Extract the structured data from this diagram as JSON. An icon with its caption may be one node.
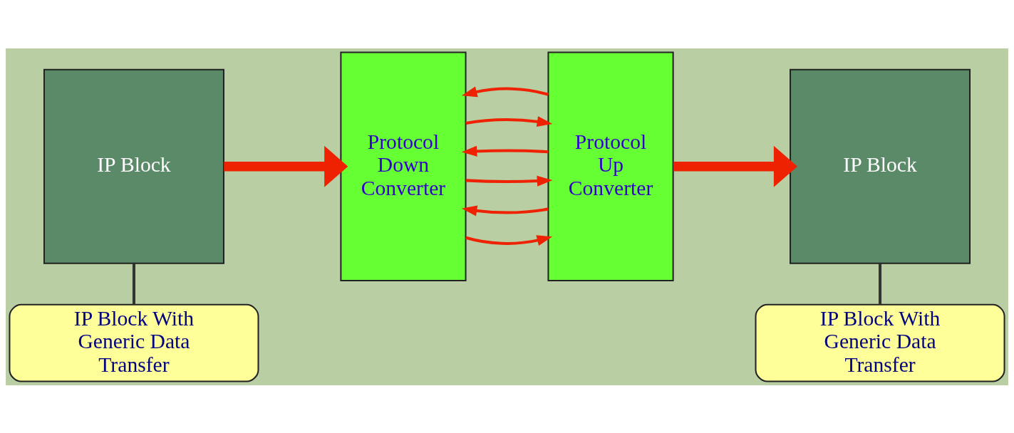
{
  "diagram": {
    "nodes": [
      {
        "text": [
          "IP Block"
        ]
      },
      {
        "text": [
          "Protocol Down Converter"
        ]
      },
      {
        "text": [
          "Protocol Up Converter"
        ]
      },
      {
        "text": [
          "IP Block"
        ]
      },
      {
        "text": [
          "IP Block With Generic Data Transfer"
        ]
      },
      {
        "text": [
          "IP Block With Generic Data Transfer"
        ]
      }
    ],
    "edges": [
      {
        "from": 0,
        "to": 1,
        "arrow": "to",
        "style": "thick"
      },
      {
        "from": 1,
        "to": 2,
        "arrow": "to"
      },
      {
        "from": 2,
        "to": 1,
        "arrow": "to"
      },
      {
        "from": 1,
        "to": 2,
        "arrow": "to"
      },
      {
        "from": 2,
        "to": 1,
        "arrow": "to"
      },
      {
        "from": 1,
        "to": 2,
        "arrow": "to"
      },
      {
        "from": 2,
        "to": 1,
        "arrow": "to"
      },
      {
        "from": 2,
        "to": 3,
        "arrow": "to",
        "style": "thick"
      },
      {
        "from": 4,
        "to": 0,
        "arrow": "none",
        "color": "#333333"
      },
      {
        "from": 5,
        "to": 3,
        "arrow": "none",
        "color": "#333333"
      }
    ]
  }
}
